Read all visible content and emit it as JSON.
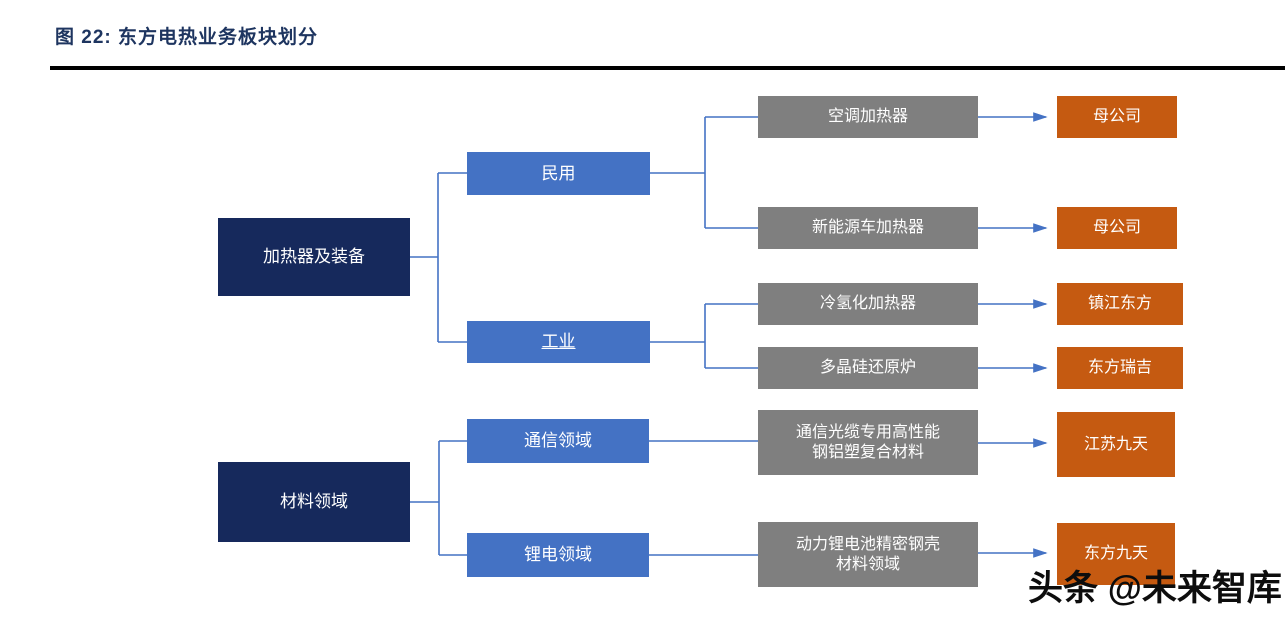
{
  "figure": {
    "title": "图 22:  东方电热业务板块划分"
  },
  "nodes": {
    "heater_equipment": "加热器及装备",
    "materials": "材料领域",
    "civil": "民用",
    "industrial": "工业",
    "telecom": "通信领域",
    "lithium": "锂电领域",
    "ac_heater": "空调加热器",
    "nev_heater": "新能源车加热器",
    "cold_hydrogenation_heater": "冷氢化加热器",
    "polysilicon_reduction_furnace": "多晶硅还原炉",
    "telecom_cable_material": "通信光缆专用高性能\n钢铝塑复合材料",
    "lithium_battery_shell_material": "动力锂电池精密钢壳\n材料领域",
    "parent_company_1": "母公司",
    "parent_company_2": "母公司",
    "zhenjiang_dongfang": "镇江东方",
    "dongfang_ruiji": "东方瑞吉",
    "jiangsu_jiutian": "江苏九天",
    "dongfang_jiutian": "东方九天"
  },
  "watermark": "头条 @未来智库",
  "colors": {
    "level1_navy": "#16295C",
    "level2_blue": "#4472C4",
    "level3_gray": "#7F7F7F",
    "level4_orange": "#C55A11",
    "connector_blue": "#4472C4",
    "title_navy": "#1E3560",
    "divider_black": "#000000",
    "watermark_black": "#0D0D0D"
  }
}
